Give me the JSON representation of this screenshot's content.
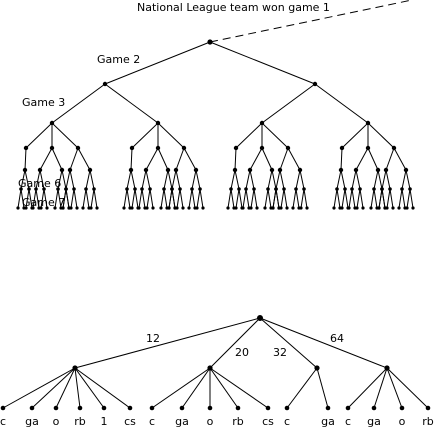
{
  "top_tree": {
    "root_label": "National League team won game 1",
    "game_labels": [
      "Game 2",
      "Game 3",
      "Game 6",
      "Game 7"
    ]
  },
  "bottom_tree": {
    "branch_labels": [
      "12",
      "20",
      "32",
      "64"
    ],
    "groups": [
      [
        "c",
        "ga",
        "o",
        "rb",
        "1",
        "cs"
      ],
      [
        "c",
        "ga",
        "o",
        "rb",
        "cs"
      ],
      [
        "c",
        "ga"
      ],
      [
        "c",
        "ga",
        "o",
        "rb"
      ]
    ]
  },
  "colors": {
    "ink": "#000000",
    "background": "#ffffff"
  }
}
